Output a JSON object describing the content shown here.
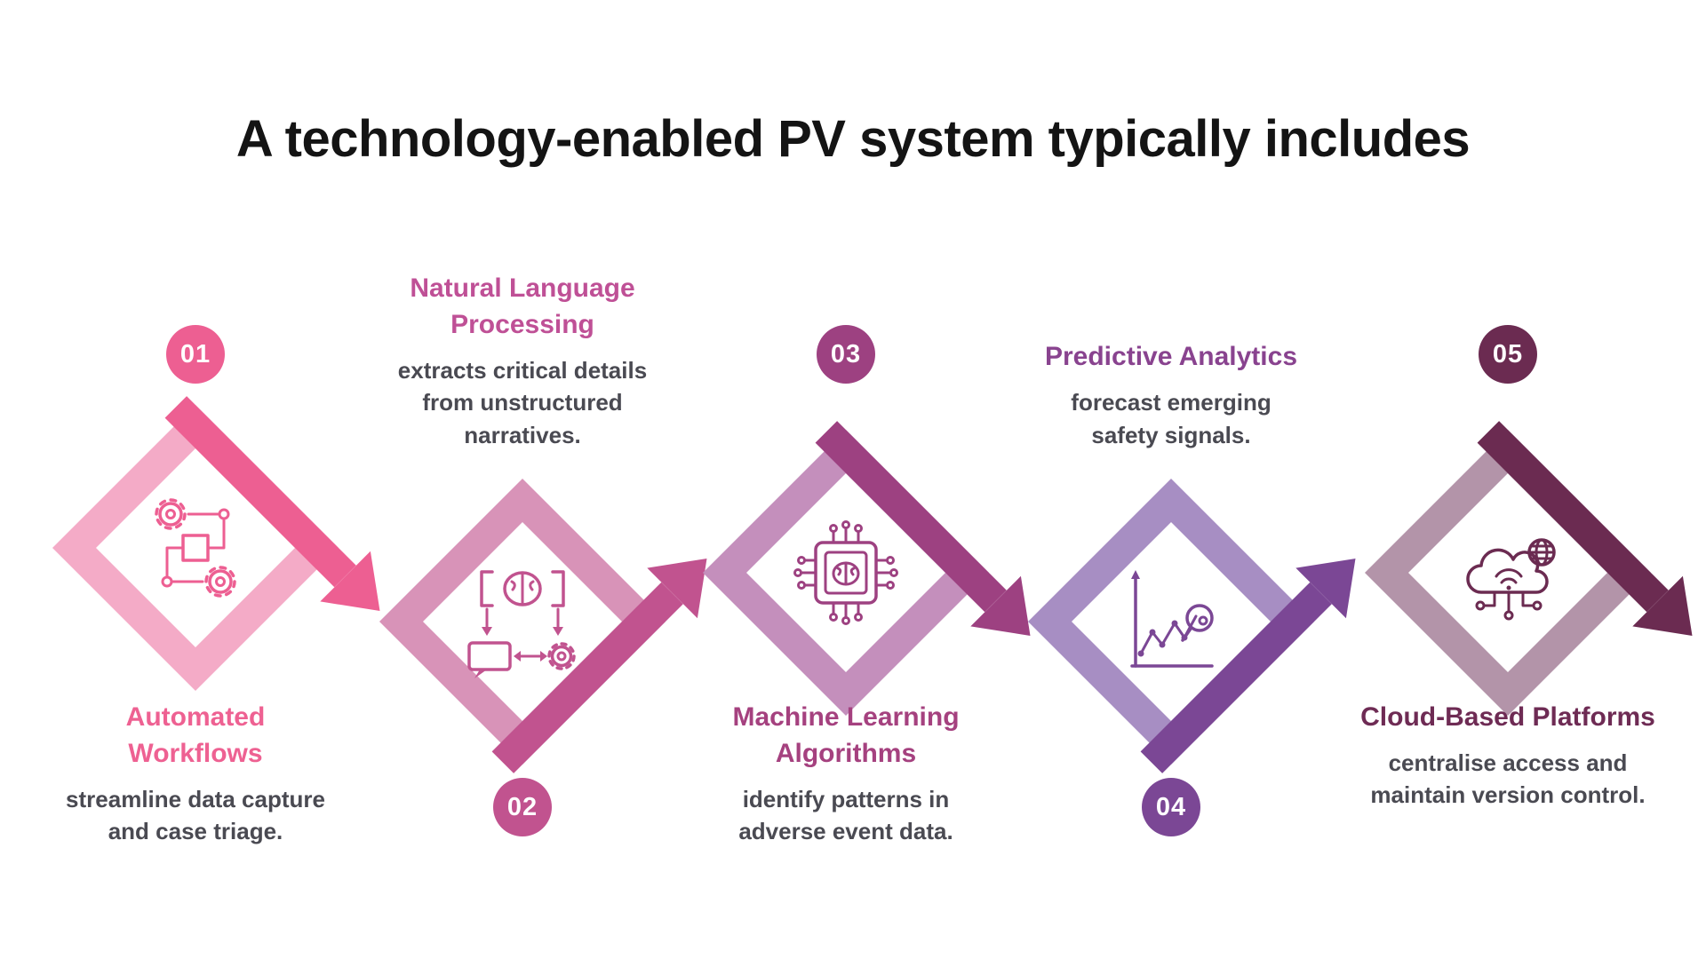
{
  "heading": "A technology-enabled PV system typically includes",
  "items": [
    {
      "number": "01",
      "title": "Automated Workflows",
      "description": "streamline data capture and case triage.",
      "icon": "workflow-gears-icon",
      "colors": {
        "primary": "#ed5f92",
        "light": "#f4abc7",
        "title": "#ee6192"
      }
    },
    {
      "number": "02",
      "title": "Natural Language Processing",
      "description": "extracts critical details from unstructured narratives.",
      "icon": "nlp-brain-icon",
      "colors": {
        "primary": "#c1538f",
        "light": "#d893b8",
        "title": "#bf5096"
      }
    },
    {
      "number": "03",
      "title": "Machine Learning Algorithms",
      "description": "identify patterns in adverse event data.",
      "icon": "machine-learning-chip-icon",
      "colors": {
        "primary": "#9d4181",
        "light": "#c48fbc",
        "title": "#a5417f"
      }
    },
    {
      "number": "04",
      "title": "Predictive Analytics",
      "description": "forecast emerging safety signals.",
      "icon": "predictive-chart-magnifier-icon",
      "colors": {
        "primary": "#7b4795",
        "light": "#a78ec3",
        "title": "#89438f"
      }
    },
    {
      "number": "05",
      "title": "Cloud-Based Platforms",
      "description": "centralise access and maintain version control.",
      "icon": "cloud-platform-icon",
      "colors": {
        "primary": "#6b2b51",
        "light": "#b394a9",
        "title": "#6e2b54"
      }
    }
  ],
  "style": {
    "heading_color": "#141414",
    "description_color": "#4a4a52",
    "background": "#ffffff"
  }
}
